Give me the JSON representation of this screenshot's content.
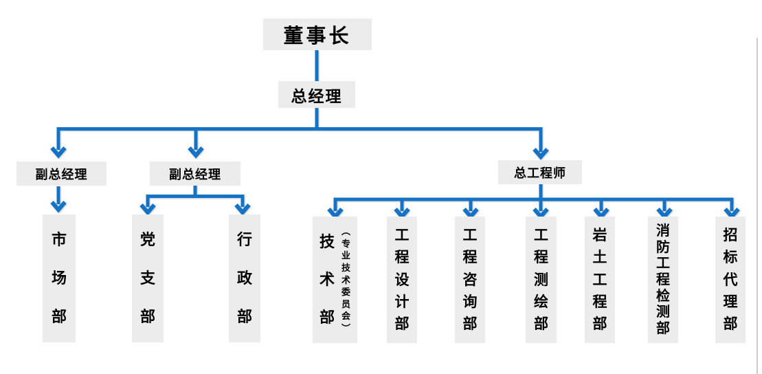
{
  "colors": {
    "connector_blue": "#1573c6",
    "node_background": "#ececec",
    "node_text": "#000000",
    "page_background": "#ffffff",
    "page_edge_line": "#cbcbcb"
  },
  "nodes": {
    "chairman": "董事长",
    "general_manager": "总经理",
    "deputy_gm_1": "副总经理",
    "deputy_gm_2": "副总经理",
    "chief_engineer": "总工程师",
    "marketing_dept": "市场部",
    "party_branch": "党支部",
    "admin_dept": "行政部",
    "tech_dept": "技术部",
    "tech_dept_annotation": "︵专业技术委员会︶",
    "eng_design_dept": "工程设计部",
    "eng_consult_dept": "工程咨询部",
    "eng_survey_dept": "工程测绘部",
    "geotech_dept": "岩土工程部",
    "fire_test_dept": "消防工程检测部",
    "bid_agency_dept": "招标代理部"
  },
  "edges": [
    {
      "from": "chairman",
      "to": "general_manager"
    },
    {
      "from": "general_manager",
      "to": "deputy_gm_1"
    },
    {
      "from": "general_manager",
      "to": "deputy_gm_2"
    },
    {
      "from": "general_manager",
      "to": "chief_engineer"
    },
    {
      "from": "deputy_gm_1",
      "to": "marketing_dept"
    },
    {
      "from": "deputy_gm_2",
      "to": "party_branch"
    },
    {
      "from": "deputy_gm_2",
      "to": "admin_dept"
    },
    {
      "from": "chief_engineer",
      "to": "tech_dept"
    },
    {
      "from": "chief_engineer",
      "to": "eng_design_dept"
    },
    {
      "from": "chief_engineer",
      "to": "eng_consult_dept"
    },
    {
      "from": "chief_engineer",
      "to": "eng_survey_dept"
    },
    {
      "from": "chief_engineer",
      "to": "geotech_dept"
    },
    {
      "from": "chief_engineer",
      "to": "fire_test_dept"
    },
    {
      "from": "chief_engineer",
      "to": "bid_agency_dept"
    }
  ]
}
